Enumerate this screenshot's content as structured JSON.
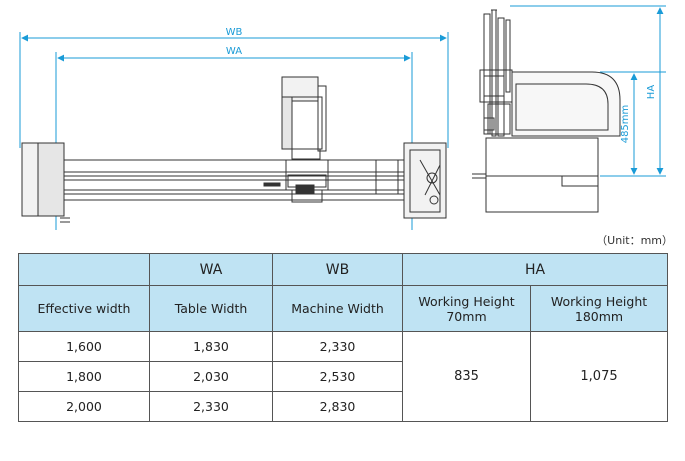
{
  "dimensions": {
    "wb": "WB",
    "wa": "WA",
    "ha": "HA",
    "height_485": "485mm"
  },
  "unit_note": "（Unit：mm）",
  "table": {
    "header_top": {
      "blank": "",
      "wa": "WA",
      "wb": "WB",
      "ha": "HA"
    },
    "header_sub": {
      "effective_width": "Effective width",
      "table_width": "Table Width",
      "machine_width": "Machine Width",
      "wh70_line1": "Working Height",
      "wh70_line2": "70mm",
      "wh180_line1": "Working Height",
      "wh180_line2": "180mm"
    },
    "rows": [
      {
        "effective": "1,600",
        "table_w": "1,830",
        "machine_w": "2,330"
      },
      {
        "effective": "1,800",
        "table_w": "2,030",
        "machine_w": "2,530"
      },
      {
        "effective": "2,000",
        "table_w": "2,330",
        "machine_w": "2,830"
      }
    ],
    "ha_70": "835",
    "ha_180": "1,075"
  },
  "colors": {
    "dimension_line": "#1a9bd7",
    "header_fill": "#bfe3f3",
    "drawing_line": "#333333"
  }
}
